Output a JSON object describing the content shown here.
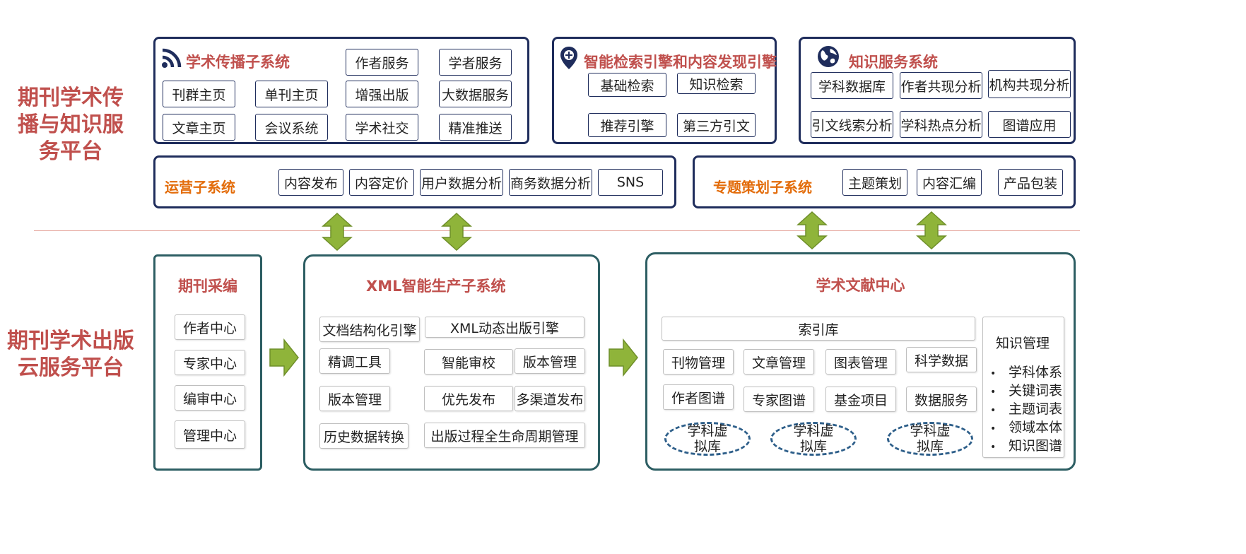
{
  "colors": {
    "navy": "#1f2d5c",
    "teal": "#2d5e63",
    "red": "#c0504d",
    "orange": "#e36c0a",
    "arrow_green": "#8fb43a",
    "divider": "#e6a8a0",
    "dashed": "#2e5f8a"
  },
  "left_labels": {
    "top": "期刊学术传播与知识服务平台",
    "bottom": "期刊学术出版云服务平台"
  },
  "top_panels": {
    "dissemination": {
      "title": "学术传播子系统",
      "icon": "rss-icon",
      "items": [
        "作者服务",
        "学者服务",
        "刊群主页",
        "单刊主页",
        "增强出版",
        "大数据服务",
        "文章主页",
        "会议系统",
        "学术社交",
        "精准推送"
      ]
    },
    "search": {
      "title": "智能检索引擎和内容发现引擎",
      "icon": "location-pin-plus-icon",
      "items": [
        "基础检索",
        "知识检索",
        "推荐引擎",
        "第三方引文"
      ]
    },
    "knowledge": {
      "title": "知识服务系统",
      "icon": "globe-icon",
      "items": [
        "学科数据库",
        "作者共现分析",
        "机构共现分析",
        "引文线索分析",
        "学科热点分析",
        "图谱应用"
      ]
    },
    "operations": {
      "title": "运营子系统",
      "items": [
        "内容发布",
        "内容定价",
        "用户数据分析",
        "商务数据分析",
        "SNS"
      ]
    },
    "topics": {
      "title": "专题策划子系统",
      "items": [
        "主题策划",
        "内容汇编",
        "产品包装"
      ]
    }
  },
  "bottom_panels": {
    "editing": {
      "title": "期刊采编",
      "items": [
        "作者中心",
        "专家中心",
        "编审中心",
        "管理中心"
      ]
    },
    "xml": {
      "title": "XML智能生产子系统",
      "items": [
        "文档结构化引擎",
        "XML动态出版引擎",
        "精调工具",
        "智能审校",
        "版本管理",
        "版本管理",
        "优先发布",
        "多渠道发布",
        "历史数据转换",
        "出版过程全生命周期管理"
      ]
    },
    "center": {
      "title": "学术文献中心",
      "index": "索引库",
      "items": [
        "刊物管理",
        "文章管理",
        "图表管理",
        "科学数据",
        "作者图谱",
        "专家图谱",
        "基金项目",
        "数据服务"
      ],
      "virtual": [
        "学科虚拟库",
        "学科虚拟库",
        "学科虚拟库"
      ],
      "knowledge_title": "知识管理",
      "knowledge_items": [
        "学科体系",
        "关键词表",
        "主题词表",
        "领域本体",
        "知识图谱"
      ]
    }
  }
}
